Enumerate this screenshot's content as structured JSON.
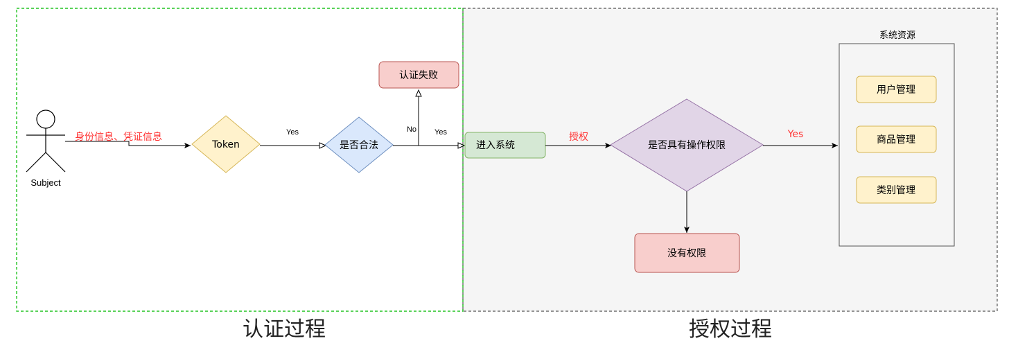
{
  "auth_region": {
    "label": "认证过程",
    "border_color": "#22c322"
  },
  "authz_region": {
    "label": "授权过程",
    "border_color": "#555555",
    "fill": "#f5f5f5"
  },
  "actor": {
    "label": "Subject"
  },
  "edges": {
    "identity_label": "身份信息、凭证信息",
    "token_yes": "Yes",
    "valid_no": "No",
    "valid_yes": "Yes",
    "enter_label": "授权",
    "perm_yes": "Yes"
  },
  "nodes": {
    "token": {
      "label": "Token",
      "fill": "#fff2cc",
      "stroke": "#d6b656"
    },
    "valid": {
      "label": "是否合法",
      "fill": "#dae8fc",
      "stroke": "#6c8ebf"
    },
    "auth_fail": {
      "label": "认证失败",
      "fill": "#f8cecc",
      "stroke": "#b85450"
    },
    "enter": {
      "label": "进入系统",
      "fill": "#d5e8d4",
      "stroke": "#82b366"
    },
    "permission": {
      "label": "是否具有操作权限",
      "fill": "#e1d5e7",
      "stroke": "#9673a6"
    },
    "no_perm": {
      "label": "没有权限",
      "fill": "#f8cecc",
      "stroke": "#b85450"
    }
  },
  "resources": {
    "title": "系统资源",
    "items": [
      "用户管理",
      "商品管理",
      "类别管理"
    ],
    "fill": "#fff2cc",
    "stroke": "#d6b656"
  }
}
